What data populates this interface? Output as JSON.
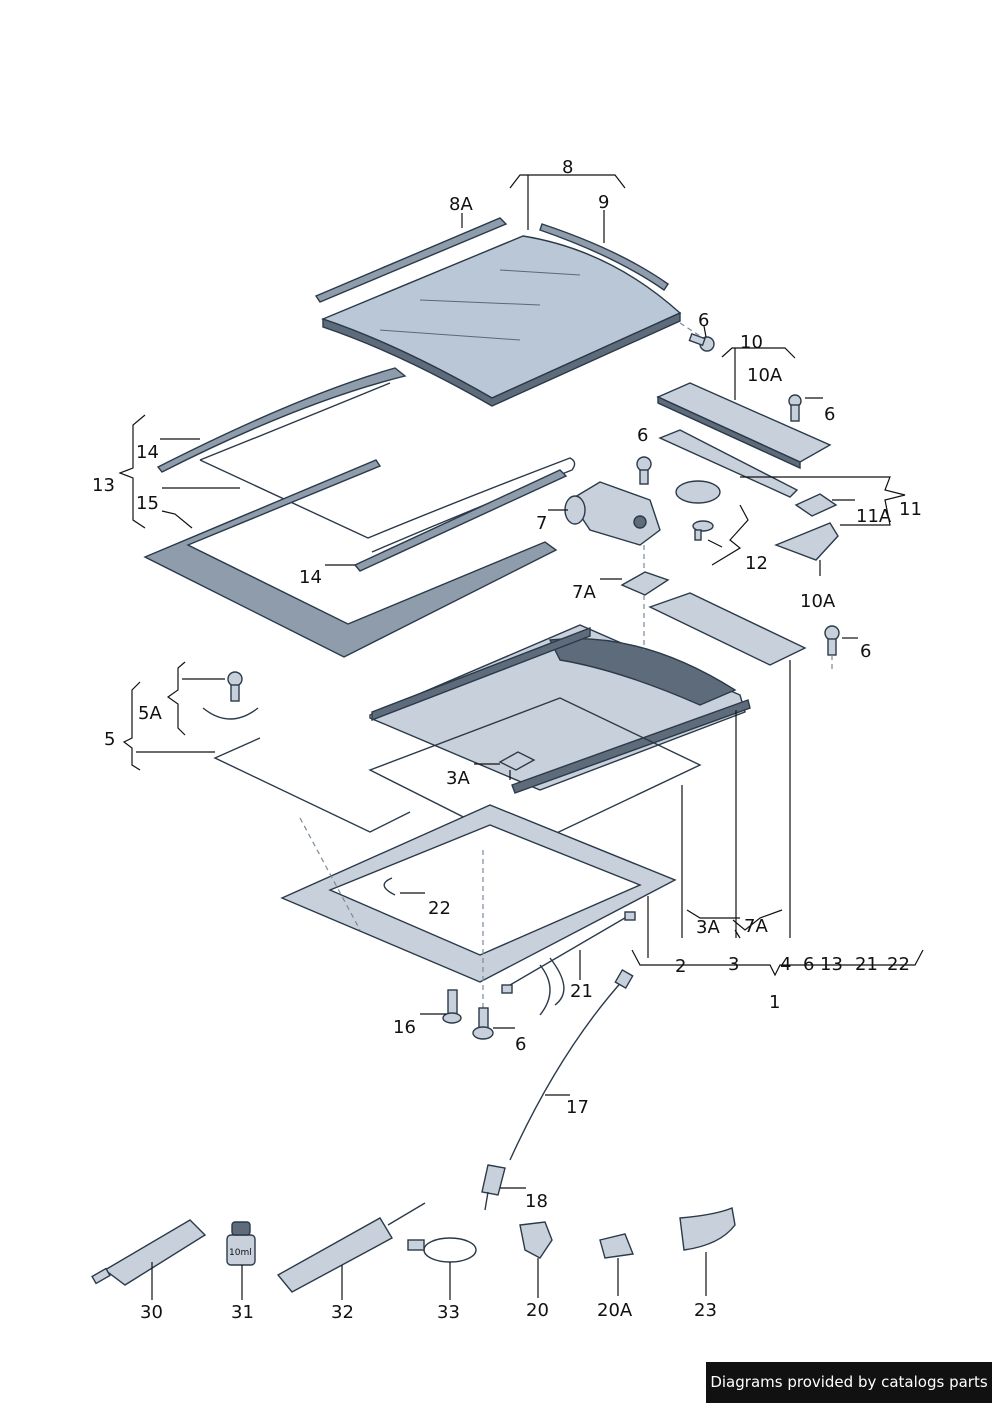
{
  "labels": {
    "l8": "8",
    "l8A": "8A",
    "l9": "9",
    "l6a": "6",
    "l10": "10",
    "l10A": "10A",
    "l6b": "6",
    "l14a": "14",
    "l13": "13",
    "l15": "15",
    "l6c": "6",
    "l7": "7",
    "l11A": "11A",
    "l11": "11",
    "l12": "12",
    "l14b": "14",
    "l7A": "7A",
    "l10Ab": "10A",
    "l6d": "6",
    "l5A": "5A",
    "l5": "5",
    "l3A": "3A",
    "l3Ab": "3A",
    "l7Ab": "7A",
    "l2": "2",
    "l3": "3",
    "l4": "4",
    "l6e": "6",
    "l13b": "13",
    "l21": "21",
    "l22b": "22",
    "l1": "1",
    "l22": "22",
    "l21b": "21",
    "l16": "16",
    "l6f": "6",
    "l17": "17",
    "l18": "18",
    "l30": "30",
    "l31": "31",
    "l32": "32",
    "l33": "33",
    "l20": "20",
    "l20A": "20A",
    "l23": "23"
  },
  "tube_label": "10ml",
  "watermark": "Diagrams provided by catalogs parts"
}
